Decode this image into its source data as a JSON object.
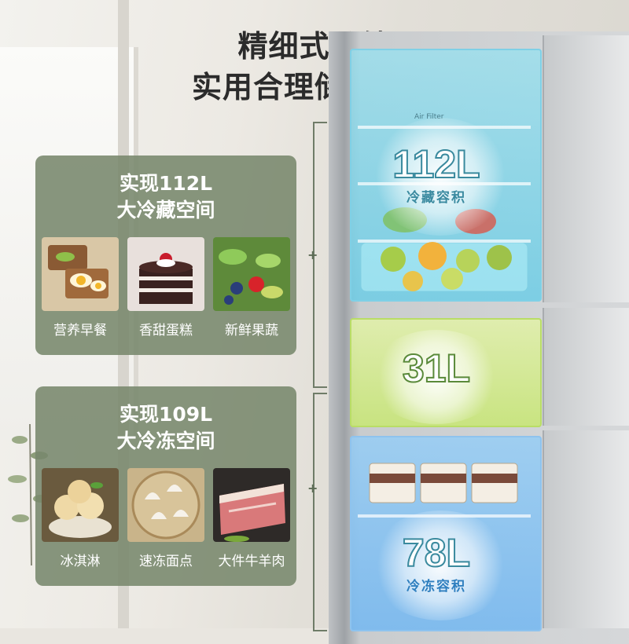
{
  "headline": {
    "line1": "精细式分储",
    "line2": "实用合理储鲜空间"
  },
  "fridge": {
    "fresh": {
      "volume": "112L",
      "label": "冷藏容积",
      "shelf_sticker": "Air Filter"
    },
    "mid": {
      "volume": "31L"
    },
    "freeze": {
      "volume": "78L",
      "label": "冷冻容积"
    }
  },
  "cards": [
    {
      "title_line1": "实现112L",
      "title_line2": "大冷藏空间",
      "items": [
        {
          "caption": "营养早餐",
          "icon": "breakfast-photo"
        },
        {
          "caption": "香甜蛋糕",
          "icon": "cake-photo"
        },
        {
          "caption": "新鲜果蔬",
          "icon": "salad-photo"
        }
      ]
    },
    {
      "title_line1": "实现109L",
      "title_line2": "大冷冻空间",
      "items": [
        {
          "caption": "冰淇淋",
          "icon": "ice-cream-photo"
        },
        {
          "caption": "速冻面点",
          "icon": "dumplings-photo"
        },
        {
          "caption": "大件牛羊肉",
          "icon": "meat-photo"
        }
      ]
    }
  ],
  "connector_symbol": "+",
  "colors": {
    "card_bg": "#788769",
    "fresh_compartment": "#8fdcee",
    "mid_compartment": "#d4ec8a",
    "freeze_compartment": "#8ec3ee"
  }
}
